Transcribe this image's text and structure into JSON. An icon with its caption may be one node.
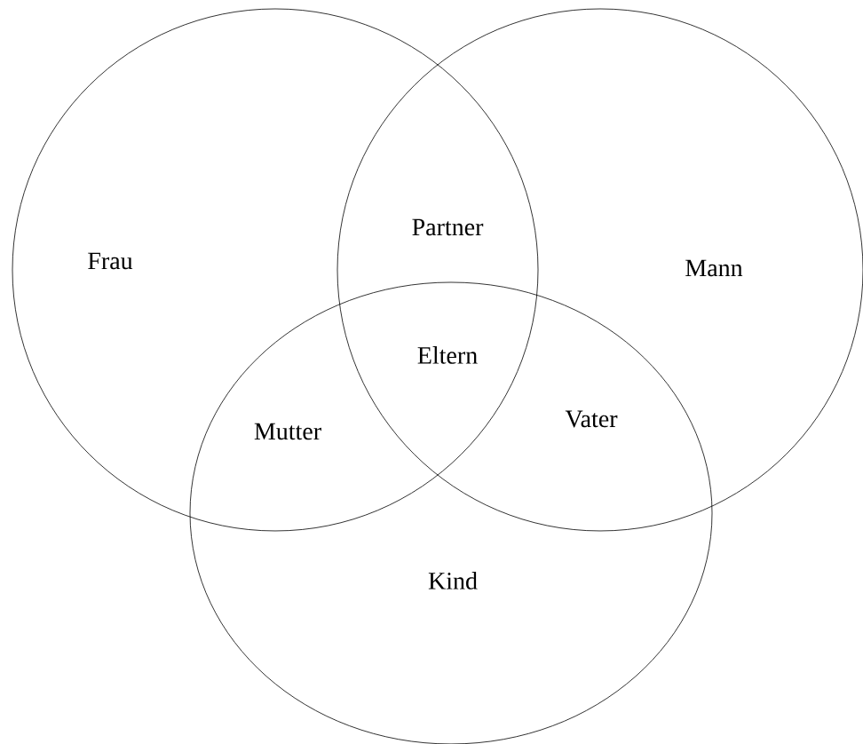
{
  "diagram": {
    "nodes": [
      {
        "text": [
          "Frau"
        ]
      },
      {
        "text": [
          "Mann"
        ]
      },
      {
        "text": [
          "Kind"
        ]
      }
    ],
    "labels": [
      "Partner",
      "Eltern",
      "Mutter",
      "Vater"
    ]
  }
}
